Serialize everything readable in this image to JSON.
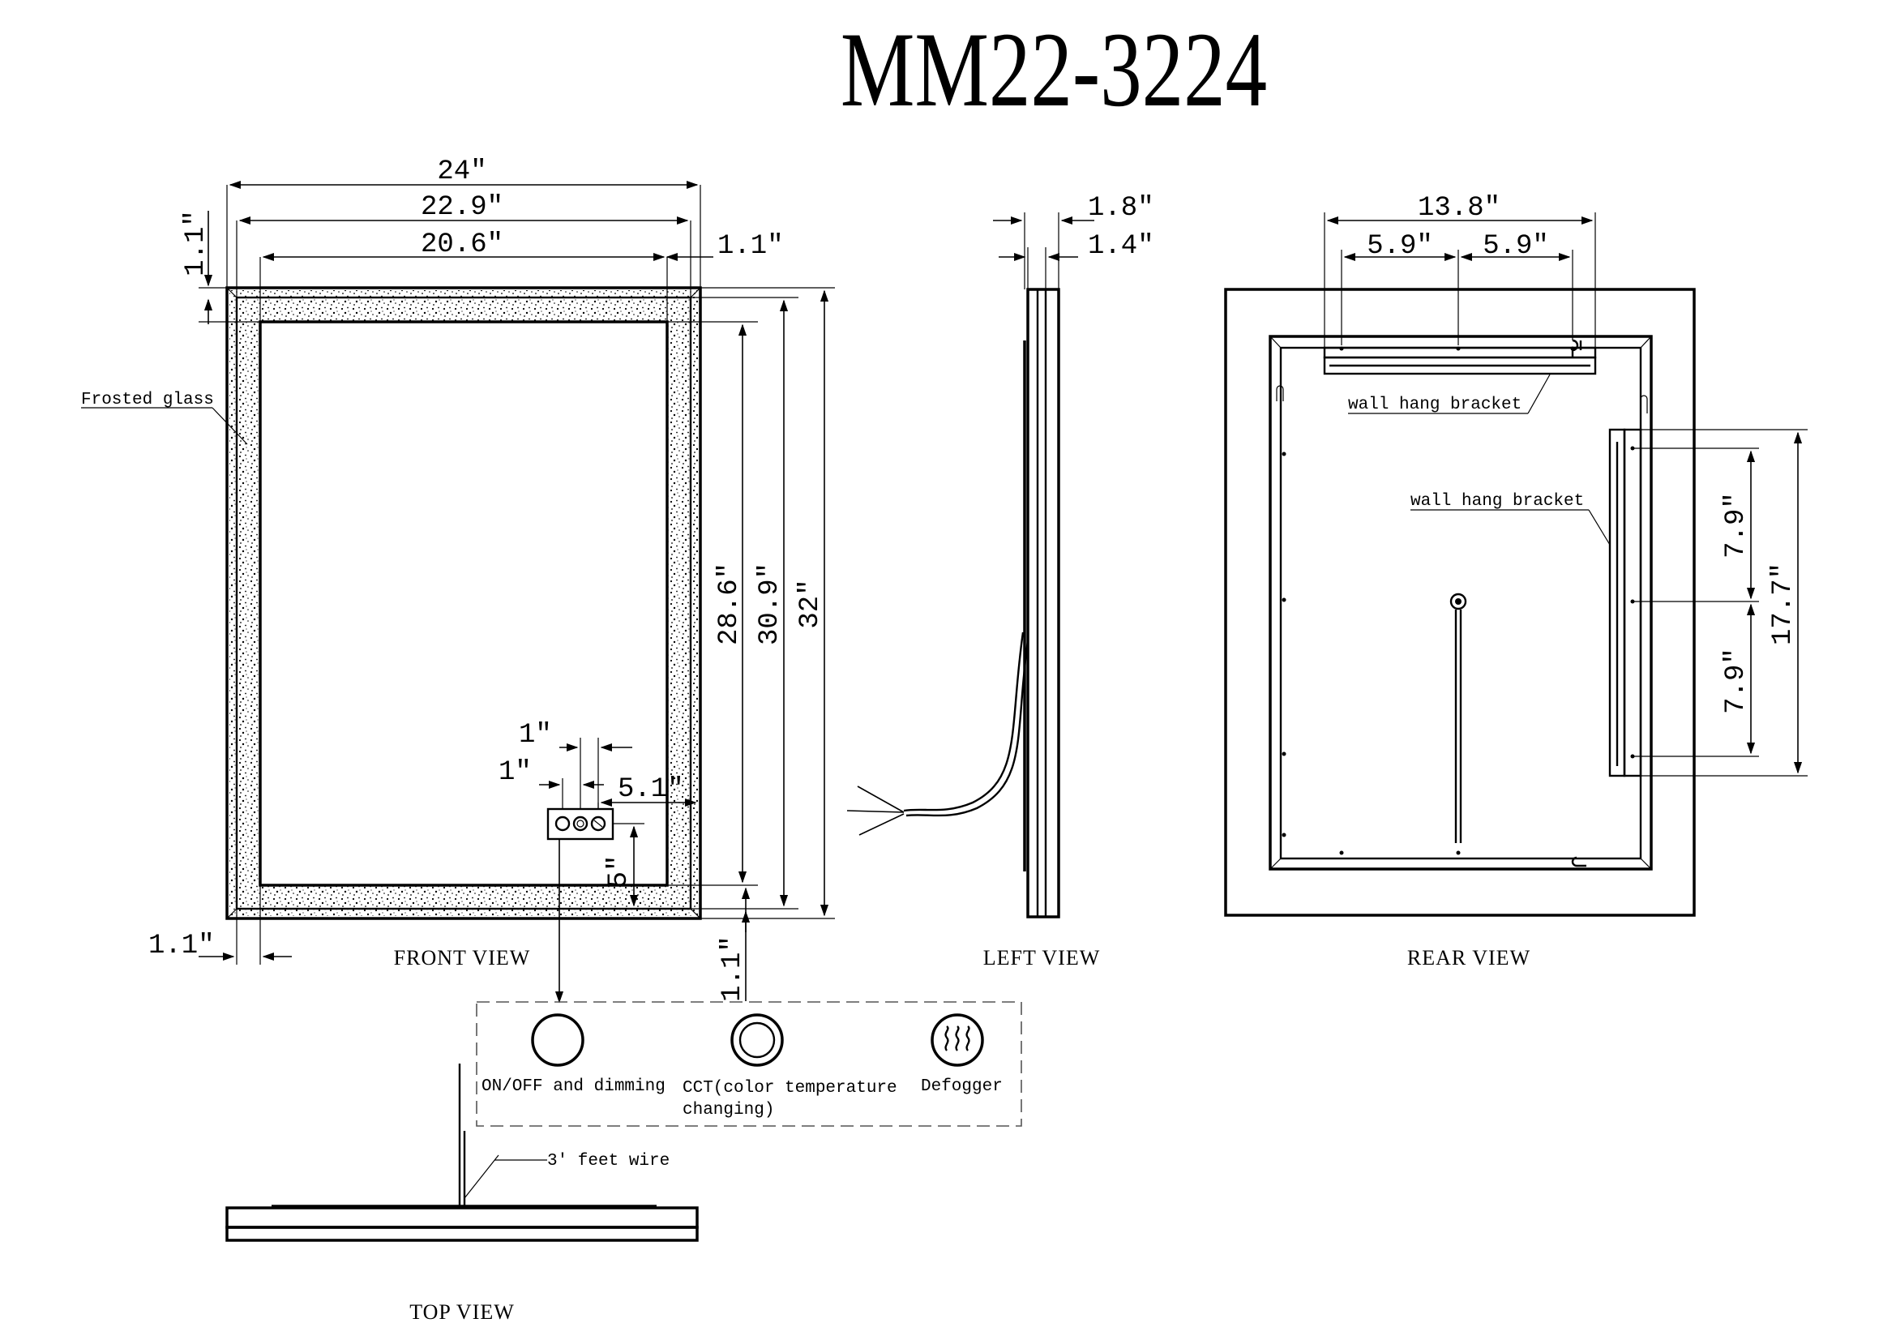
{
  "title": "MM22-3224",
  "views": {
    "front": "FRONT VIEW",
    "left": "LEFT VIEW",
    "rear": "REAR VIEW",
    "top": "TOP VIEW"
  },
  "front_dims": {
    "overall_width": "24″",
    "mid_width": "22.9″",
    "inner_width": "20.6″",
    "frame_top": "1.1″",
    "frame_right": "1.1″",
    "frame_left": "1.1″",
    "frame_bottom": "1.1″",
    "inner_height": "28.6″",
    "mid_height": "30.9″",
    "overall_height": "32″",
    "button_spacing_1": "1″",
    "button_spacing_2": "1″",
    "switch_from_right": "5.1″",
    "switch_from_bottom": "5″"
  },
  "left_dims": {
    "depth_total": "1.8″",
    "depth_inner": "1.4″"
  },
  "rear_dims": {
    "bracket_width": "13.8″",
    "hole_spacing_left": "5.9″",
    "hole_spacing_right": "5.9″",
    "side_hole_upper": "7.9″",
    "side_hole_lower": "7.9″",
    "side_bracket_length": "17.7″"
  },
  "labels": {
    "frosted_glass": "Frosted glass",
    "wall_hang_bracket_top": "wall hang bracket",
    "wall_hang_bracket_side": "wall hang bracket",
    "wire": "3′ feet wire"
  },
  "controls": [
    {
      "label_line1": "ON/OFF and dimming",
      "label_line2": "",
      "icon": "power-dimming-icon"
    },
    {
      "label_line1": "CCT(color temperature",
      "label_line2": "changing)",
      "icon": "cct-icon"
    },
    {
      "label_line1": "Defogger",
      "label_line2": "",
      "icon": "defogger-icon"
    }
  ]
}
